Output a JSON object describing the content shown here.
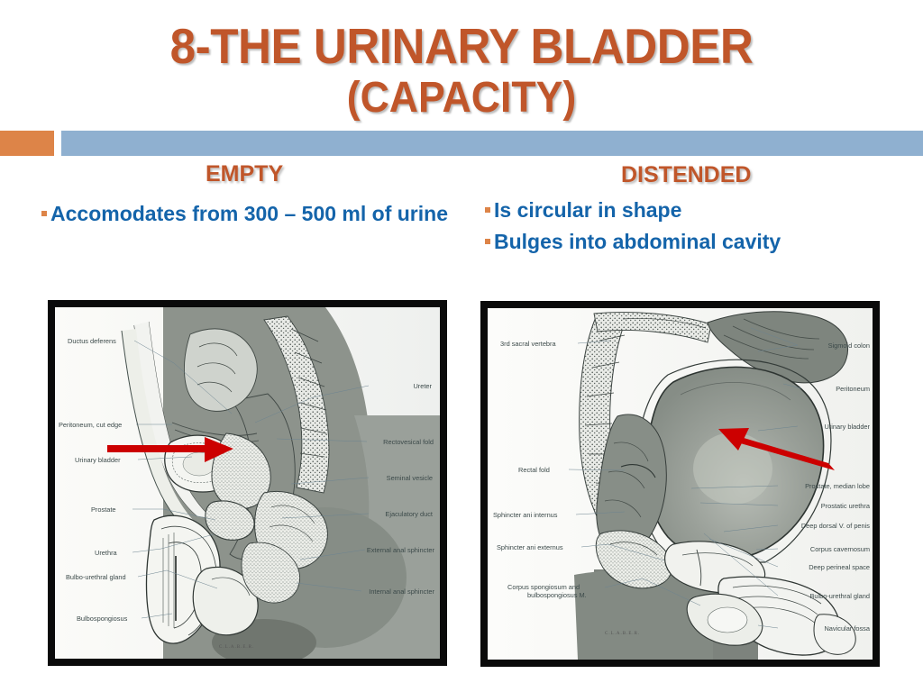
{
  "slide": {
    "title": "8-THE URINARY BLADDER",
    "subtitle": "(CAPACITY)",
    "title_color": "#C0562A",
    "accent_orange": "#DD8448",
    "accent_blue_bar": "#8FB0D0",
    "body_text_color": "#1464AA"
  },
  "columns": {
    "left": {
      "heading": "EMPTY",
      "bullets": [
        "Accomodates from 300 – 500 ml of urine"
      ]
    },
    "right": {
      "heading": "DISTENDED",
      "bullets": [
        "Is circular in shape",
        "Bulges into abdominal cavity"
      ]
    }
  },
  "figures": {
    "empty": {
      "caption_signature": "C.L.A.B.E.R.",
      "arrow": {
        "color": "#CC0000",
        "direction": "points-right-at-bladder"
      },
      "labels_left": [
        "Ductus deferens",
        "Peritoneum, cut edge",
        "Urinary bladder",
        "Prostate",
        "Urethra",
        "Bulbo-urethral gland",
        "Bulbospongiosus"
      ],
      "labels_right": [
        "Ureter",
        "Rectovesical fold",
        "Seminal vesicle",
        "Ejaculatory duct",
        "External anal sphincter",
        "Internal anal sphincter"
      ]
    },
    "distended": {
      "caption_signature": "C.L.A.B.E.R.",
      "arrow": {
        "color": "#CC0000",
        "direction": "points-up-left-at-bladder"
      },
      "labels_left": [
        "3rd sacral vertebra",
        "Rectal fold",
        "Sphincter ani internus",
        "Sphincter ani externus",
        "Corpus spongiosum and",
        "bulbospongiosus M."
      ],
      "labels_right": [
        "Sigmoid colon",
        "Peritoneum",
        "Urinary bladder",
        "Prostate, median lobe",
        "Prostatic urethra",
        "Deep dorsal V. of penis",
        "Corpus cavernosum",
        "Deep perineal space",
        "Bulbo-urethral gland",
        "Navicular fossa"
      ]
    }
  }
}
